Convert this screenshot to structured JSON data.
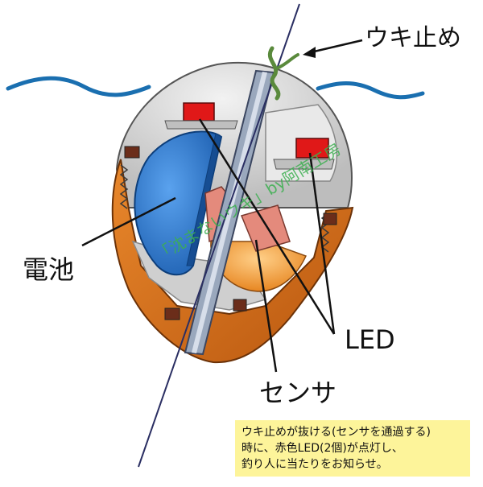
{
  "labels": {
    "float_stopper": "ウキ止め",
    "battery": "電池",
    "led": "LED",
    "sensor": "センサ"
  },
  "watermark": "「沈まないウキ」by阿南工房",
  "note": {
    "lines": [
      "ウキ止めが抜ける(センサを通過する)",
      "時に、赤色LED(2個)が点灯し、",
      "釣り人に当たりをお知らせ。"
    ]
  },
  "colors": {
    "water_line": "#1a6fb0",
    "shell_grey": "#d6d6d6",
    "housing_orange": "#d8741e",
    "battery_blue": "#2f7fd6",
    "led_red": "#e01818",
    "sensor_pink": "#e48a7c",
    "note_bg": "#fdf49a"
  }
}
